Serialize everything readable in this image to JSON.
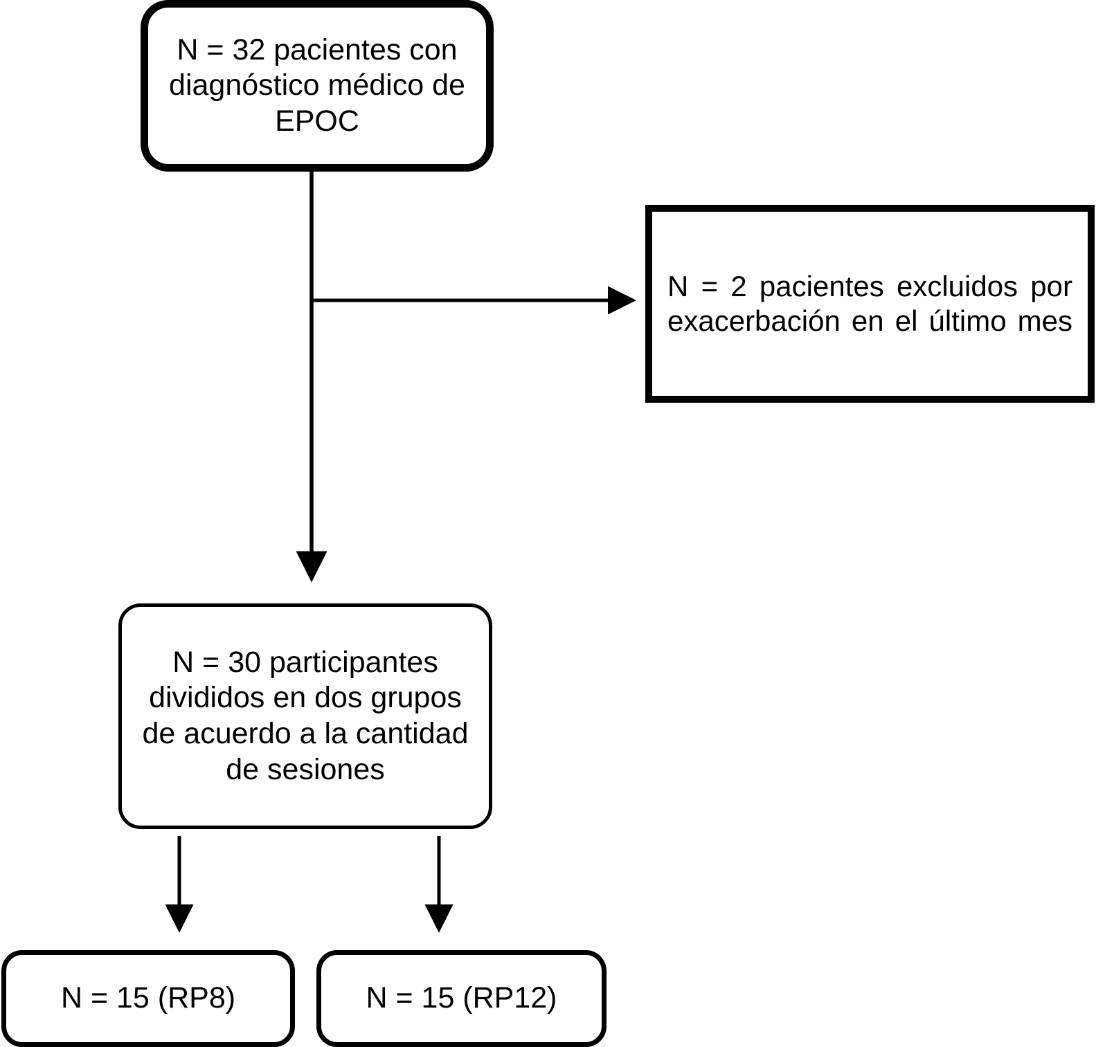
{
  "diagram": {
    "kind": "participant-flow-diagram",
    "language": "es",
    "colors": {
      "background": "#ffffff",
      "stroke": "#000000",
      "text": "#000000"
    },
    "nodes": {
      "enrolled": {
        "id": "enrolled",
        "text": "N = 32 pacientes con diagnóstico médico de EPOC",
        "shape": "rounded-rectangle"
      },
      "excluded": {
        "id": "excluded",
        "text": "N = 2 pacientes excluidos por exacerbación en el último mes",
        "shape": "rectangle"
      },
      "participants": {
        "id": "participants",
        "text": "N = 30 participantes divididos en dos grupos de acuerdo a la cantidad de sesiones",
        "shape": "rounded-rectangle"
      },
      "group_rp8": {
        "id": "group-rp8",
        "text": "N = 15 (RP8)",
        "shape": "rounded-rectangle"
      },
      "group_rp12": {
        "id": "group-rp12",
        "text": "N = 15 (RP12)",
        "shape": "rounded-rectangle"
      }
    },
    "connectors": [
      {
        "from": "enrolled",
        "to": "excluded",
        "type": "elbow-arrow",
        "direction": "right"
      },
      {
        "from": "enrolled",
        "to": "participants",
        "type": "arrow",
        "direction": "down"
      },
      {
        "from": "participants",
        "to": "group_rp8",
        "type": "arrow",
        "direction": "down"
      },
      {
        "from": "participants",
        "to": "group_rp12",
        "type": "arrow",
        "direction": "down"
      }
    ]
  }
}
